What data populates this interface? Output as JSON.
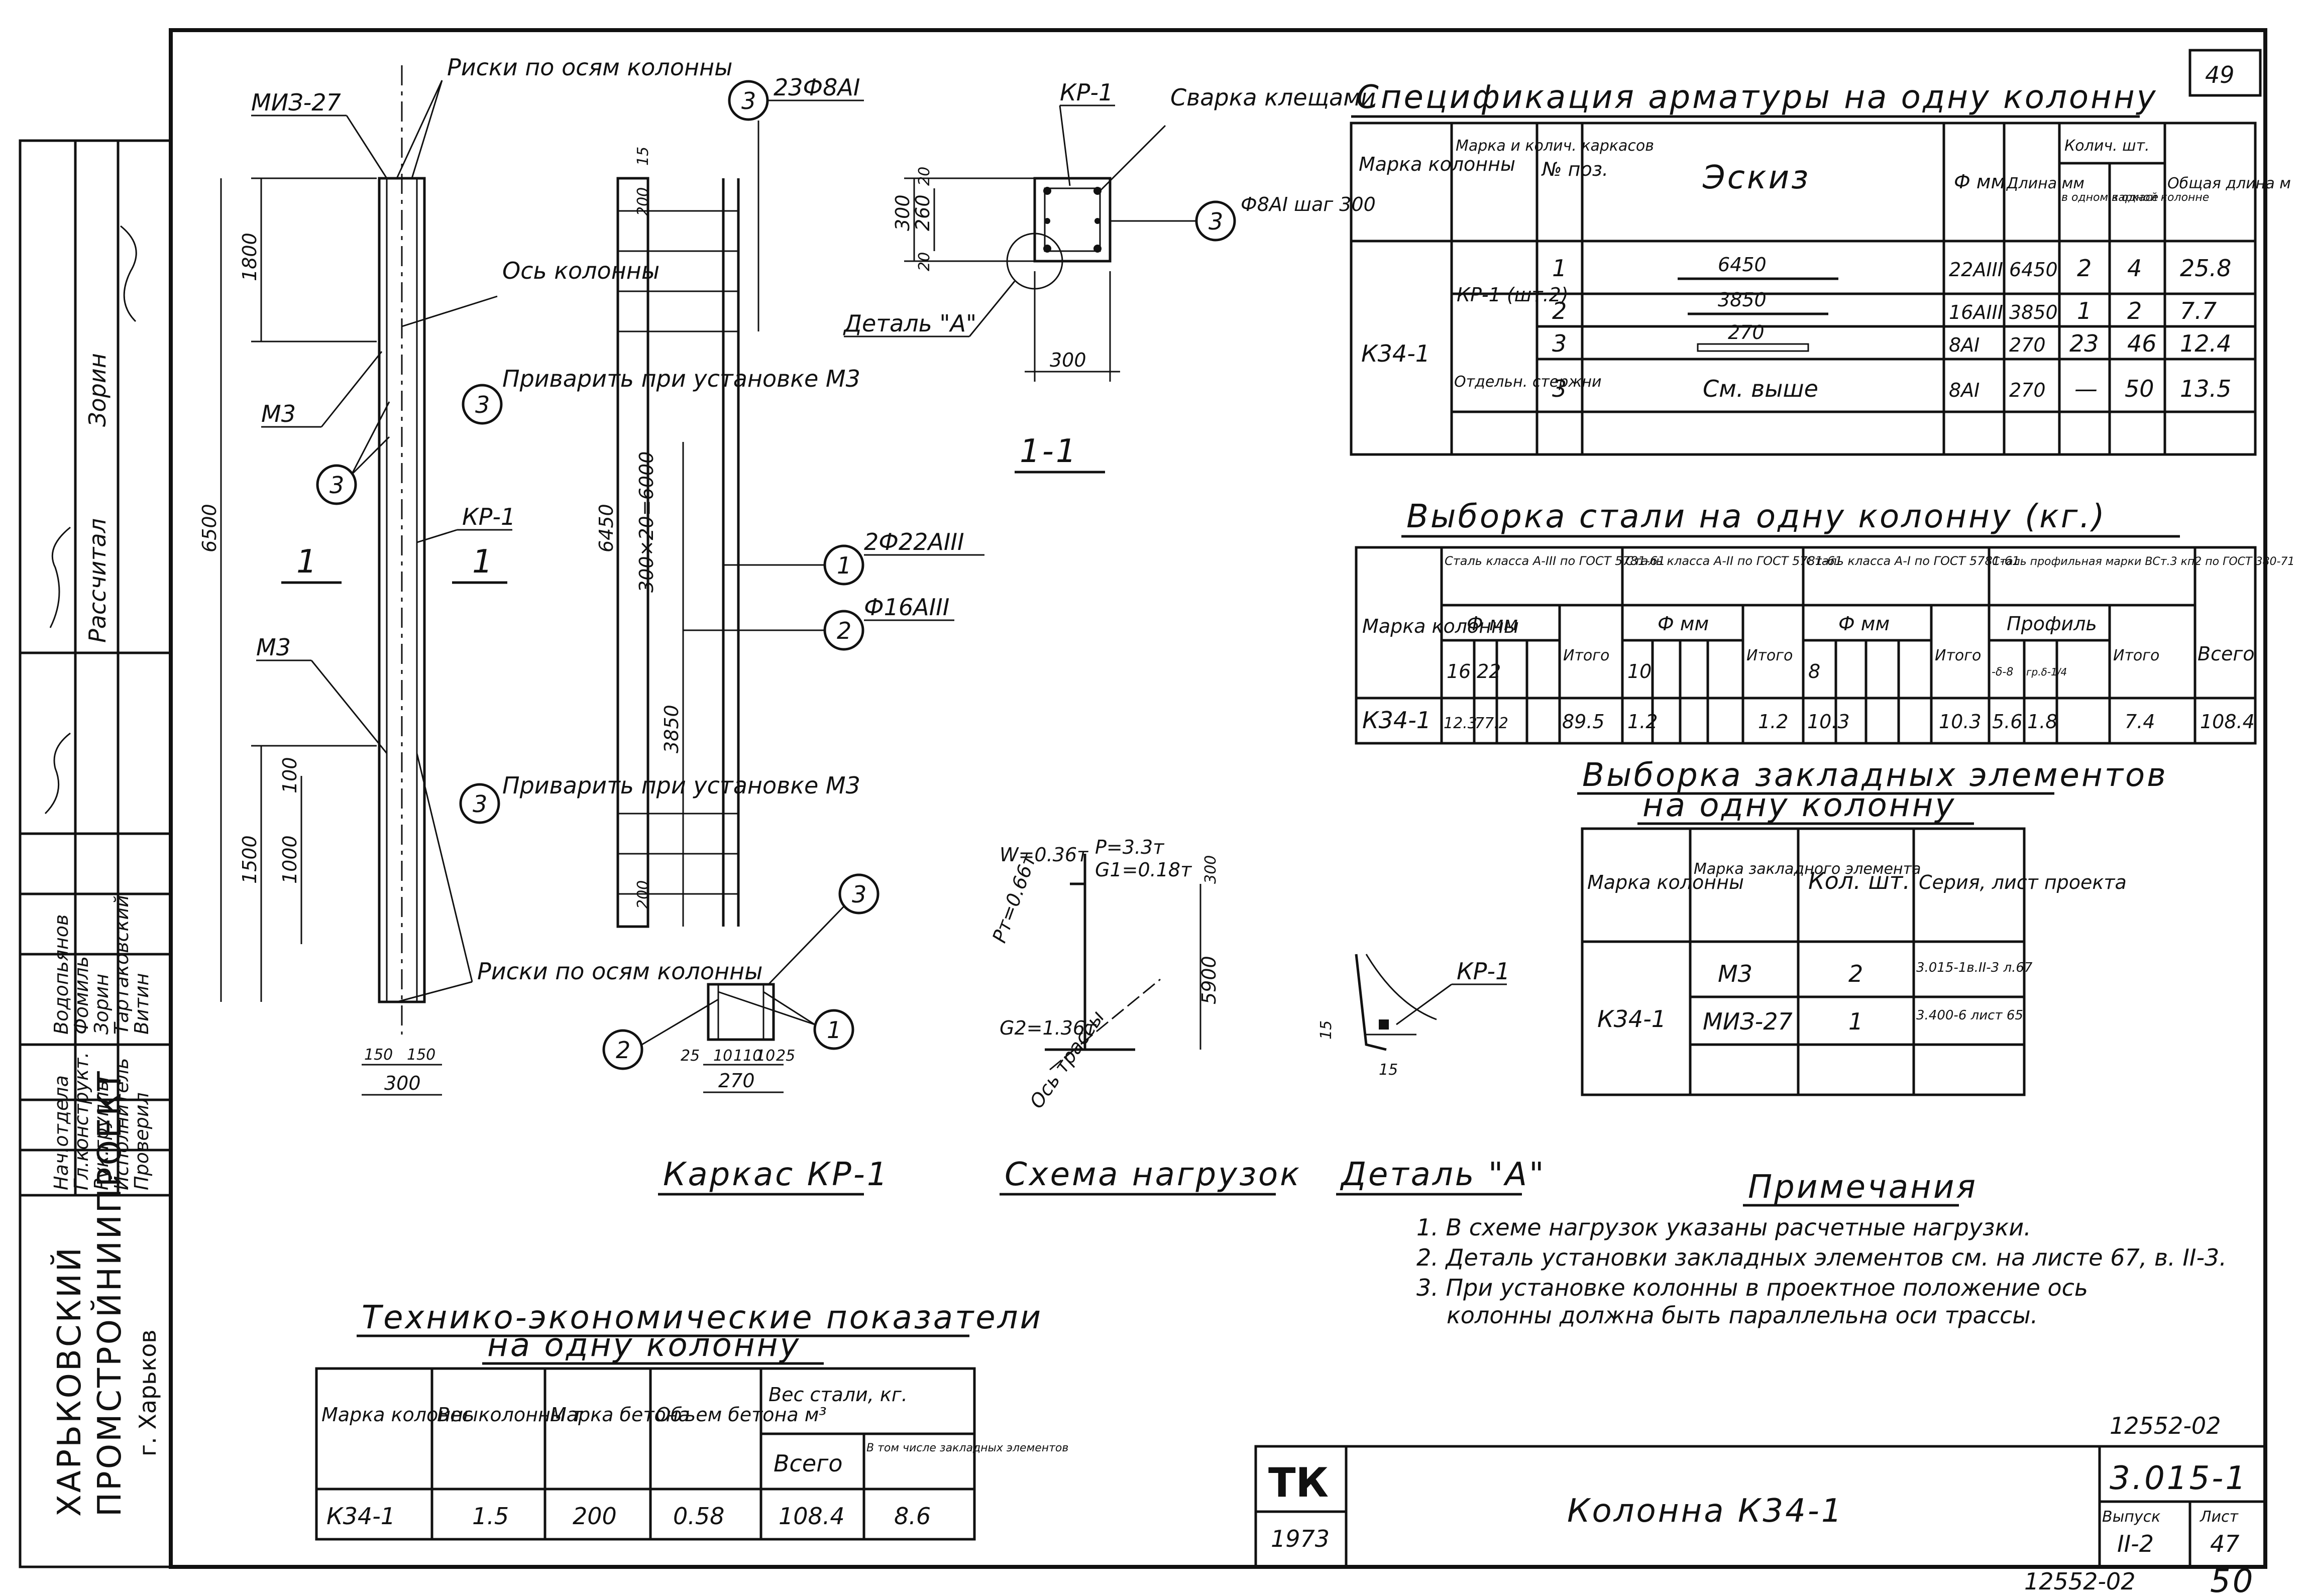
{
  "sheet": {
    "top_number": "49",
    "code_main": "3.015-1",
    "code_top": "12552-02",
    "code_bottom": "12552-02",
    "page_bottom": "50",
    "vypusk_label": "Выпуск",
    "vypusk": "II-2",
    "list_label": "Лист",
    "list": "47",
    "tk": "ТК",
    "year": "1973",
    "title": "Колонна К34-1",
    "org1": "ХАРЬКОВСКИЙ",
    "org2": "ПРОМСТРОЙНИИПРОЕКТ",
    "org3": "г. Харьков"
  },
  "side": {
    "roles": [
      "Нач.отдела",
      "Гл.конструкт.",
      "Рук.группы",
      "Исполнитель",
      "Проверил"
    ],
    "names": [
      "Водопьянов",
      "Фомиль",
      "Зорин",
      "Тартаковский",
      "Витин"
    ],
    "rasschital": "Рассчитал",
    "rasschital_name": "Зорин"
  },
  "drawings": {
    "kr1_labels": {
      "miz": "МИЗ-27",
      "riski_top": "Риски по осям колонны",
      "os": "Ось колонны",
      "m3": "М3",
      "privarit": "Приварить при установке М3",
      "kr1": "КР-1",
      "riski_bottom": "Риски по осям колонны",
      "sec1": "1"
    },
    "dims": {
      "d1800": "1800",
      "d6500": "6500",
      "d1500": "1500",
      "d1000": "1000",
      "d100": "100",
      "d150a": "150",
      "d150b": "150",
      "d300": "300",
      "d6450": "6450",
      "d300x20": "300×20=6000",
      "d3850": "3850",
      "d200a": "200",
      "d200b": "200",
      "d15a": "15",
      "d25": "25",
      "d270": "270",
      "d25b": "25",
      "d10a": "10",
      "d10b": "10",
      "d110": "110"
    },
    "callouts": {
      "c3_top": "23Ф8АI",
      "c1": "2Ф22АIII",
      "c2": "Ф16АIII",
      "c3_sec": "Ф8АI шаг 300"
    },
    "section": {
      "kr1": "КР-1",
      "svarka": "Сварка клещами",
      "d300": "300",
      "d260": "260",
      "d20a": "20",
      "d20b": "20",
      "d300b": "300",
      "detail": "Деталь \"А\"",
      "title": "1-1"
    },
    "loads": {
      "p": "P=3.3т",
      "g1": "G1=0.18т",
      "w": "W=0.36т",
      "pt": "Pт=0.66т",
      "g2": "G2=1.36т",
      "h": "5900",
      "h2": "300",
      "os": "Ось трассы"
    },
    "detail_a": {
      "kr1": "КР-1",
      "d15a": "15",
      "d15b": "15"
    },
    "captions": {
      "karkas": "Каркас КР-1",
      "shema": "Схема нагрузок",
      "detail": "Деталь \"А\""
    }
  },
  "spec": {
    "title": "Спецификация арматуры на одну колонну",
    "h_marka": "Марка колонны",
    "h_karkas": "Марка и колич. каркасов",
    "h_pos": "№ поз.",
    "h_eskiz": "Эскиз",
    "h_d": "Ф мм",
    "h_len": "Длина мм",
    "h_qty": "Колич. шт.",
    "h_qty_a": "в одном каркасе",
    "h_qty_b": "в одной колонне",
    "h_total": "Общая длина м",
    "col_mark": "К34-1",
    "group1": "КР-1 (шт.2)",
    "group2": "Отдельн. стержни",
    "rows": [
      {
        "pos": "1",
        "eskiz": "6450",
        "d": "22АIII",
        "len": "6450",
        "a": "2",
        "b": "4",
        "total": "25.8"
      },
      {
        "pos": "2",
        "eskiz": "3850",
        "d": "16АIII",
        "len": "3850",
        "a": "1",
        "b": "2",
        "total": "7.7"
      },
      {
        "pos": "3",
        "eskiz": "270",
        "d": "8АI",
        "len": "270",
        "a": "23",
        "b": "46",
        "total": "12.4"
      },
      {
        "pos": "3",
        "eskiz": "См. выше",
        "d": "8АI",
        "len": "270",
        "a": "—",
        "b": "50",
        "total": "13.5"
      }
    ]
  },
  "steel": {
    "title": "Выборка стали на одну колонну (кг.)",
    "h_marka": "Марка колонны",
    "h_a3": "Сталь класса А-III по ГОСТ 5781-61",
    "h_a2": "Сталь класса А-II по ГОСТ 5781-61",
    "h_a1": "Сталь класса А-I по ГОСТ 5781-61",
    "h_prof": "Сталь профильная марки ВСт.3 кп2 по ГОСТ 380-71",
    "h_fmm": "Ф мм",
    "h_itogo": "Итого",
    "h_profil": "Профиль",
    "h_vsego": "Всего",
    "sub": [
      "16",
      "22",
      "10",
      "8",
      "-δ-8",
      "гр.δ-1/4"
    ],
    "row": {
      "mark": "К34-1",
      "v16": "12.3",
      "v22": "77.2",
      "it1": "89.5",
      "v10": "1.2",
      "it2": "1.2",
      "v8": "10.3",
      "it3": "10.3",
      "p1": "5.6",
      "p2": "1.8",
      "it4": "7.4",
      "all": "108.4"
    }
  },
  "embed": {
    "title1": "Выборка закладных элементов",
    "title2": "на одну колонну",
    "h_marka": "Марка колонны",
    "h_el": "Марка закладного элемента",
    "h_kol": "Кол. шт.",
    "h_ser": "Серия, лист проекта",
    "mark": "К34-1",
    "rows": [
      {
        "el": "М3",
        "kol": "2",
        "ser": "3.015-1в.II-3 л.67"
      },
      {
        "el": "МИЗ-27",
        "kol": "1",
        "ser": "3.400-6 лист 65"
      }
    ]
  },
  "notes": {
    "title": "Примечания",
    "items": [
      "1. В схеме нагрузок указаны расчетные нагрузки.",
      "2. Деталь установки закладных элементов см. на листе 67, в. II-3.",
      "3. При установке колонны в проектное положение ось",
      "колонны должна быть параллельна оси трассы."
    ]
  },
  "tech": {
    "title1": "Технико-экономические показатели",
    "title2": "на одну колонну",
    "h_marka": "Марка колонны",
    "h_ves": "Вес колонны т",
    "h_beton": "Марка бетона",
    "h_obem": "Объем бетона м³",
    "h_stal": "Вес стали, кг.",
    "h_vsego": "Всего",
    "h_vtom": "В том числе закладных элементов",
    "row": {
      "mark": "К34-1",
      "ves": "1.5",
      "beton": "200",
      "obem": "0.58",
      "vsego": "108.4",
      "zakl": "8.6"
    }
  }
}
